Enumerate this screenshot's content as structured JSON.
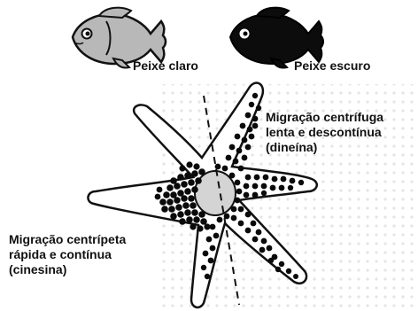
{
  "fish": {
    "light_label": "Peixe claro",
    "dark_label": "Peixe escuro"
  },
  "migration": {
    "centrifugal": {
      "line1": "Migração centrífuga",
      "line2": "lenta e descontínua",
      "line3": "(dineína)"
    },
    "centripetal": {
      "line1": "Migração centrípeta",
      "line2": "rápida e contínua",
      "line3": "(cinesina)"
    }
  },
  "colors": {
    "light_fish_fill": "#b8b8b8",
    "dark_fish_fill": "#0c0c0c",
    "cell_fill": "#ffffff",
    "nucleus_fill": "#d4d4d4",
    "pigment_granule": "#0a0a0a",
    "dot_pattern": "#e4e4e4"
  }
}
